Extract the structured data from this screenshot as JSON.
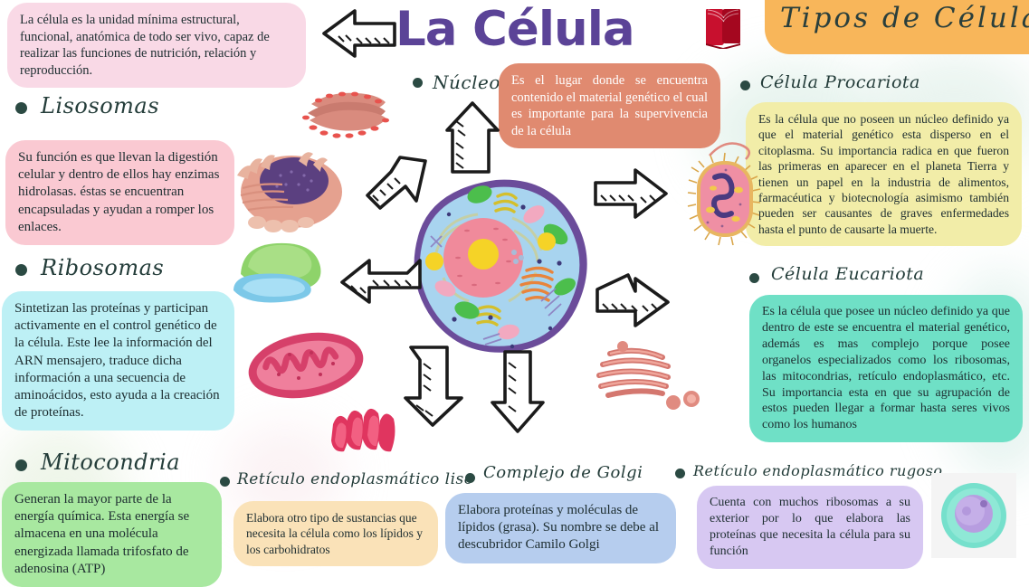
{
  "header": {
    "title": "La Célula",
    "banner_title": "Tipos de Células",
    "logo_name": "book-shield-logo"
  },
  "intro": {
    "text": "La célula es la unidad mínima estructural, funcional, anatómica de todo ser vivo, capaz de realizar las funciones de nutrición, relación y reproducción.",
    "bg": "#f9d9e6"
  },
  "organelles": [
    {
      "heading": "Lisosomas",
      "text": "Su función es que llevan la digestión celular y dentro de ellos hay enzimas hidrolasas. éstas se encuentran encapsuladas y ayudan a romper los enlaces.",
      "bg": "#fac9d2"
    },
    {
      "heading": "Ribosomas",
      "text": "Sintetizan las proteínas y participan activamente en el control genético de la célula. Este lee la información del ARN mensajero, traduce dicha información a una secuencia de aminoácidos, esto ayuda a la creación de proteínas.",
      "bg": "#bdf0f5"
    },
    {
      "heading": "Mitocondria",
      "text": "Generan la mayor parte de la energía química. Esta energía se almacena en una molécula energizada llamada trifosfato de adenosina (ATP)",
      "bg": "#a8e8a0"
    },
    {
      "heading": "Núcleo",
      "text": "Es el lugar donde se encuentra contenido el material genético el cual es importante para la supervivencia de la célula",
      "bg": "#e08a70"
    },
    {
      "heading": "Retículo endoplasmático liso",
      "text": "Elabora otro tipo de sustancias que necesita la célula como los lípidos y los carbohidratos",
      "bg": "#fae2b8"
    },
    {
      "heading": "Complejo de Golgi",
      "text": "Elabora proteínas y moléculas de lípidos (grasa). Su nombre se debe al descubridor Camilo Golgi",
      "bg": "#b6cdee"
    },
    {
      "heading": "Retículo endoplasmático rugoso",
      "text": "Cuenta con muchos ribosomas a su exterior por lo que elabora las proteínas que necesita la célula para su función",
      "bg": "#d7c8f2"
    }
  ],
  "cell_types": [
    {
      "heading": "Célula Procariota",
      "text": "Es la célula que no poseen un núcleo definido ya que el material genético esta disperso en el citoplasma. Su importancia radica en que fueron las primeras en aparecer en el planeta Tierra y tienen un papel en la industria de alimentos, farmacéutica y biotecnología asimismo también pueden ser causantes de graves enfermedades hasta el punto de causarte la muerte.",
      "bg": "#f2eda8"
    },
    {
      "heading": "Célula Eucariota",
      "text": "Es la célula que posee un núcleo definido ya que dentro de este se encuentra el material genético, además es mas complejo porque posee organelos especializados como los ribosomas, las mitocondrias, retículo endoplasmático, etc. Su importancia esta en que su agrupación de estos pueden llegar a formar  hasta seres vivos como los humanos",
      "bg": "#6fe0c6"
    }
  ],
  "illustrations": [
    {
      "name": "rough-er-illustration"
    },
    {
      "name": "nucleus-illustration"
    },
    {
      "name": "ribosome-illustration"
    },
    {
      "name": "mitochondria-illustration"
    },
    {
      "name": "lysosome-illustration"
    },
    {
      "name": "golgi-complex-illustration"
    },
    {
      "name": "animal-cell-diagram"
    },
    {
      "name": "bacteria-cell-illustration"
    },
    {
      "name": "eukaryotic-cell-photo"
    }
  ],
  "colors": {
    "title_purple": "#5b4397",
    "banner_orange": "#f8b65a",
    "heading_dark": "#243d3a",
    "logo_red": "#c8102e",
    "cell_membrane": "#6b4c9a",
    "cytoplasm": "#a8d4ef",
    "nucleus_pink": "#f08a9b",
    "nucleolus_yellow": "#f5d327"
  }
}
